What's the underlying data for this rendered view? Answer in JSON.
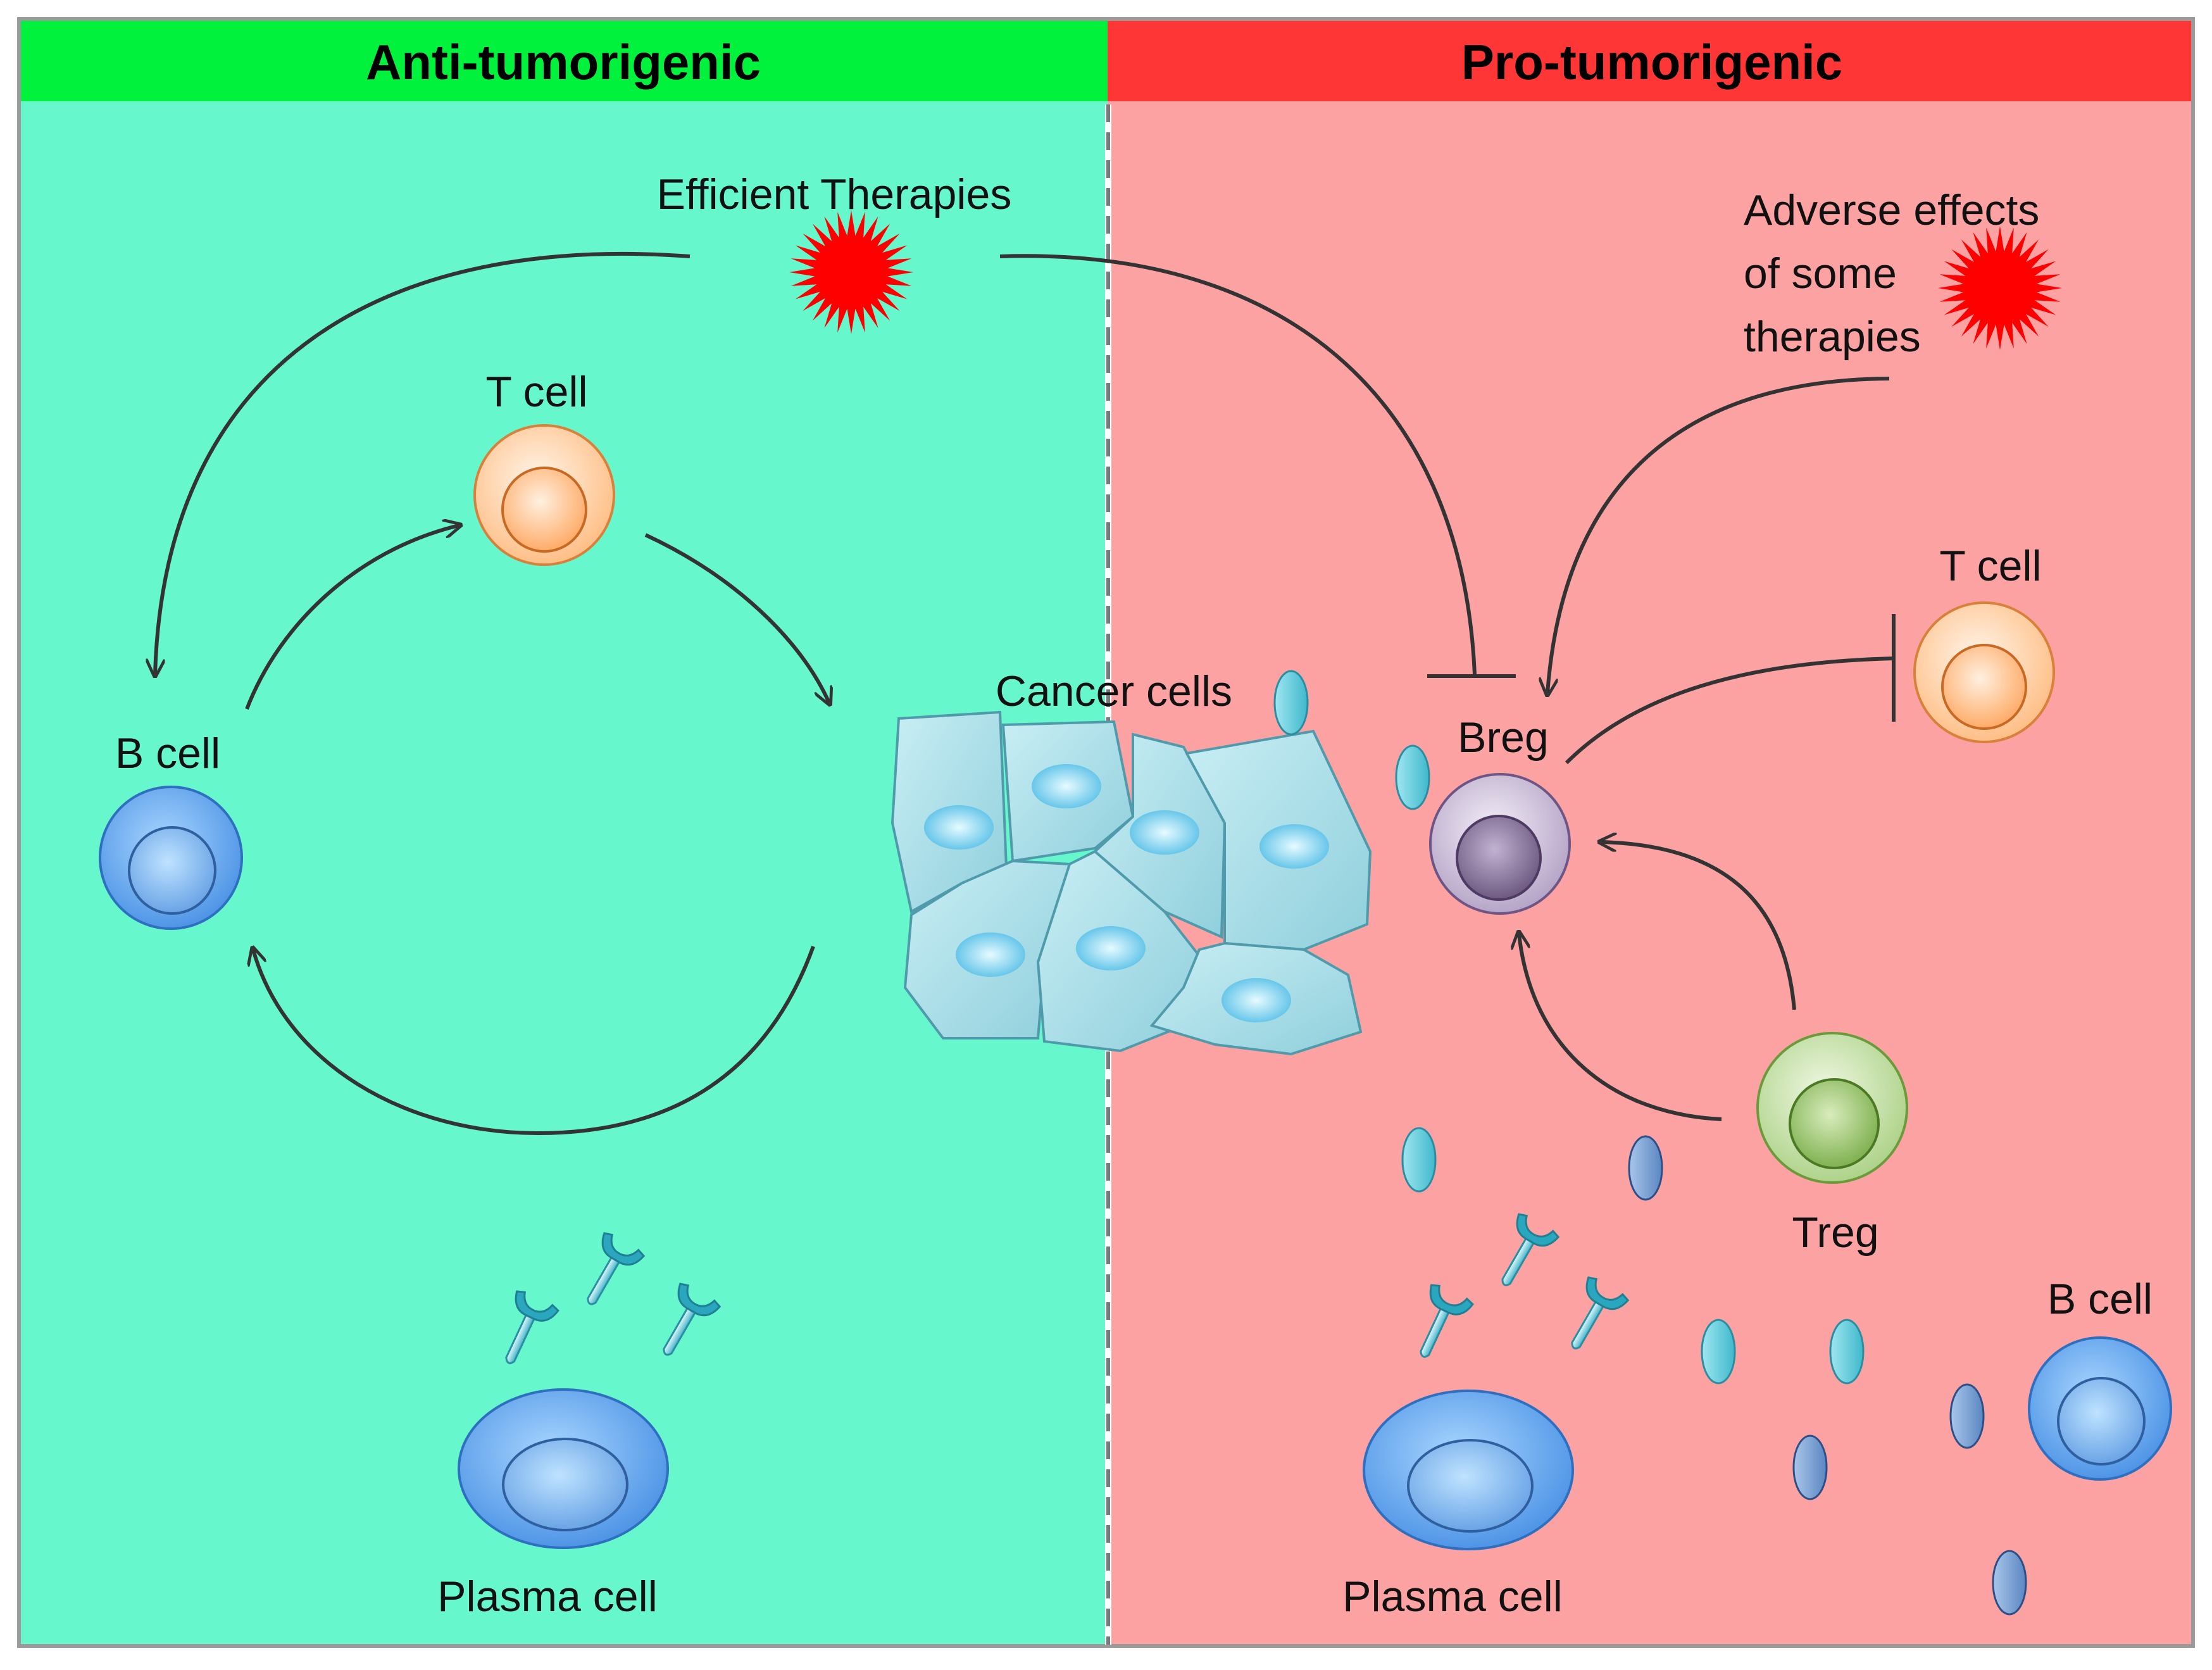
{
  "panels": {
    "left_header": "Anti-tumorigenic",
    "right_header": "Pro-tumorigenic"
  },
  "labels": {
    "efficient_therapies": "Efficient Therapies",
    "adverse_line1": "Adverse effects",
    "adverse_line2": "of some",
    "adverse_line3": "therapies",
    "t_cell_left": "T cell",
    "b_cell_left": "B cell",
    "cancer_cells": "Cancer cells",
    "breg": "Breg",
    "t_cell_right": "T cell",
    "treg": "Treg",
    "b_cell_right": "B cell",
    "plasma_cell_left": "Plasma cell",
    "plasma_cell_right": "Plasma cell"
  },
  "colors": {
    "left_header": "#00f23c",
    "right_header": "#ff3636",
    "left_bg": "#66f7cc",
    "right_bg": "#fca2a2",
    "therapy_burst": "#ff0000"
  }
}
